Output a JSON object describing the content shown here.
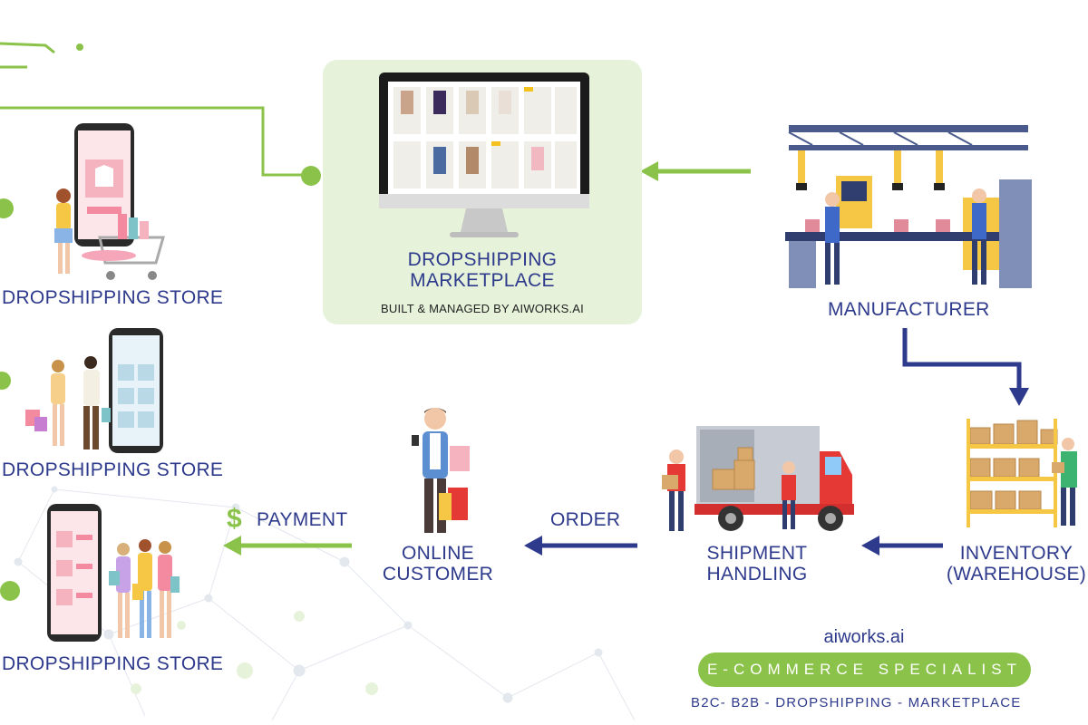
{
  "marketplace": {
    "title_line1": "DROPSHIPPING",
    "title_line2": "MARKETPLACE",
    "subtitle": "BUILT & MANAGED BY AIWORKS.AI"
  },
  "stores": [
    {
      "label": "DROPSHIPPING STORE"
    },
    {
      "label": "DROPSHIPPING STORE"
    },
    {
      "label": "DROPSHIPPING STORE"
    }
  ],
  "manufacturer": {
    "label": "MANUFACTURER"
  },
  "warehouse": {
    "line1": "INVENTORY",
    "line2": "(WAREHOUSE)"
  },
  "shipment": {
    "line1": "SHIPMENT",
    "line2": "HANDLING"
  },
  "customer": {
    "line1": "ONLINE",
    "line2": "CUSTOMER"
  },
  "order": {
    "label": "ORDER"
  },
  "payment": {
    "symbol": "$",
    "label": "PAYMENT"
  },
  "brand": {
    "site": "aiworks.ai",
    "badge": "E-COMMERCE SPECIALIST",
    "tagline": "B2C- B2B - DROPSHIPPING - MARKETPLACE"
  },
  "colors": {
    "navy": "#2e3a8c",
    "green": "#8bc34a",
    "panel": "#e6f3da"
  }
}
